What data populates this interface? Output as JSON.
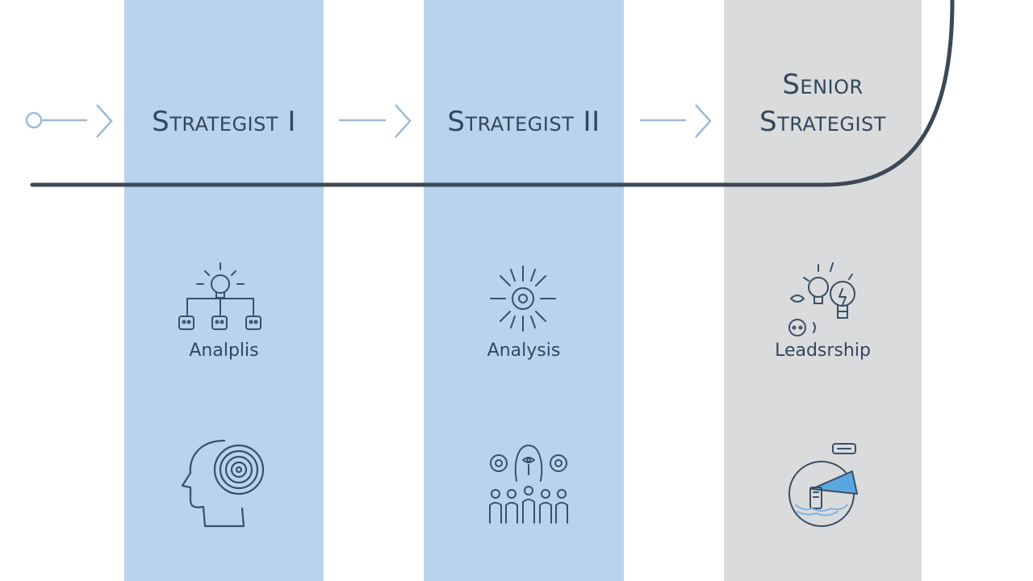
{
  "colors": {
    "column_blue": "#b9d3ee",
    "column_gray": "#dadbdd",
    "line_dark": "#3c4855",
    "arrow_light": "#9dbbd8",
    "text": "#33475b",
    "icon_stroke": "#3a4f66"
  },
  "stages": [
    {
      "title": "Strategist I",
      "skill": "Analplis",
      "top_icon": "idea-network-icon",
      "bottom_icon": "head-spiral-icon"
    },
    {
      "title": "Strategist II",
      "skill": "Analysis",
      "top_icon": "sunburst-gear-icon",
      "bottom_icon": "team-mind-icon"
    },
    {
      "title_line1": "Senior",
      "title_line2": "Strategist",
      "skill": "Leadsrship",
      "top_icon": "lightbulbs-icon",
      "bottom_icon": "target-vision-icon"
    }
  ]
}
